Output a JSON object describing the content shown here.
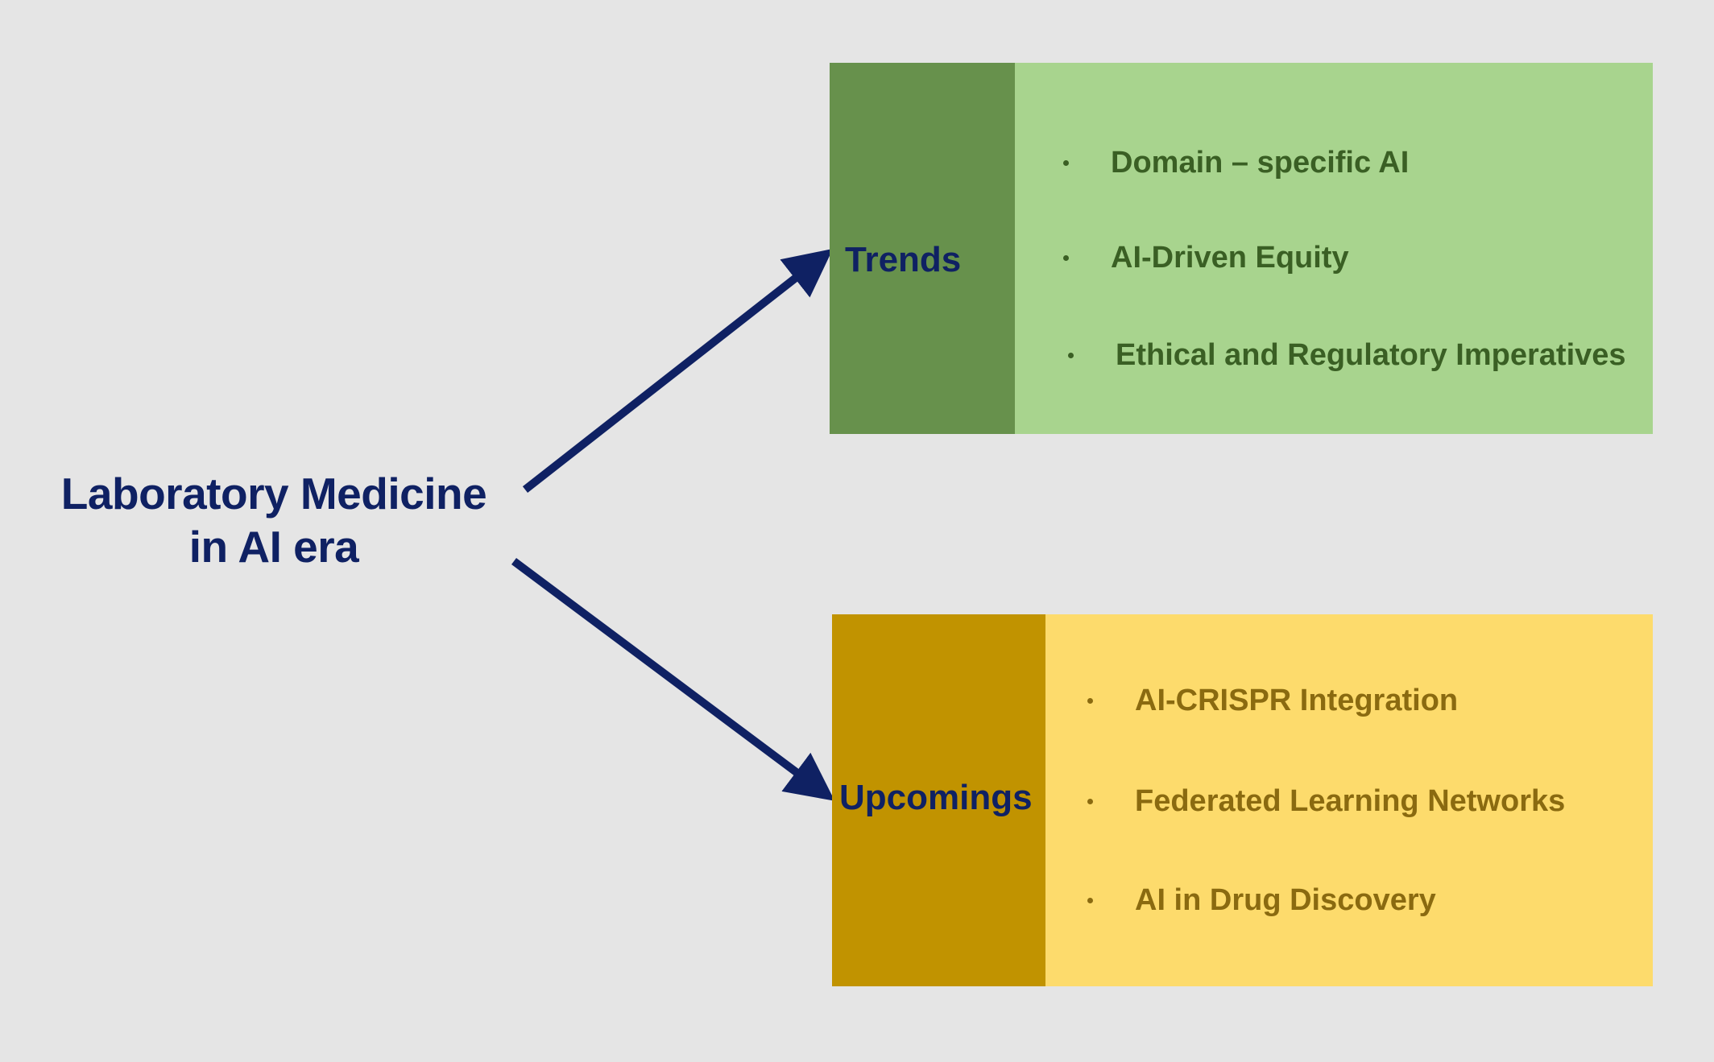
{
  "center": {
    "line1": "Laboratory Medicine",
    "line2": "in AI era"
  },
  "trends": {
    "label": "Trends",
    "items": [
      {
        "text": "Domain – specific AI"
      },
      {
        "text": "AI-Driven Equity"
      },
      {
        "text": "Ethical and Regulatory Imperatives"
      }
    ]
  },
  "upcomings": {
    "label": "Upcomings",
    "items": [
      {
        "text": "AI-CRISPR Integration"
      },
      {
        "text": "Federated Learning Networks"
      },
      {
        "text": "AI in Drug Discovery"
      }
    ]
  },
  "colors": {
    "background": "#e5e5e5",
    "arrow": "#0f2163",
    "title_text": "#0f2163",
    "trends_label_bg": "#67914c",
    "trends_items_bg": "#a8d48e",
    "trends_text": "#3a5f24",
    "upcomings_label_bg": "#c19300",
    "upcomings_items_bg": "#fddb6c",
    "upcomings_text": "#8a6a10"
  }
}
